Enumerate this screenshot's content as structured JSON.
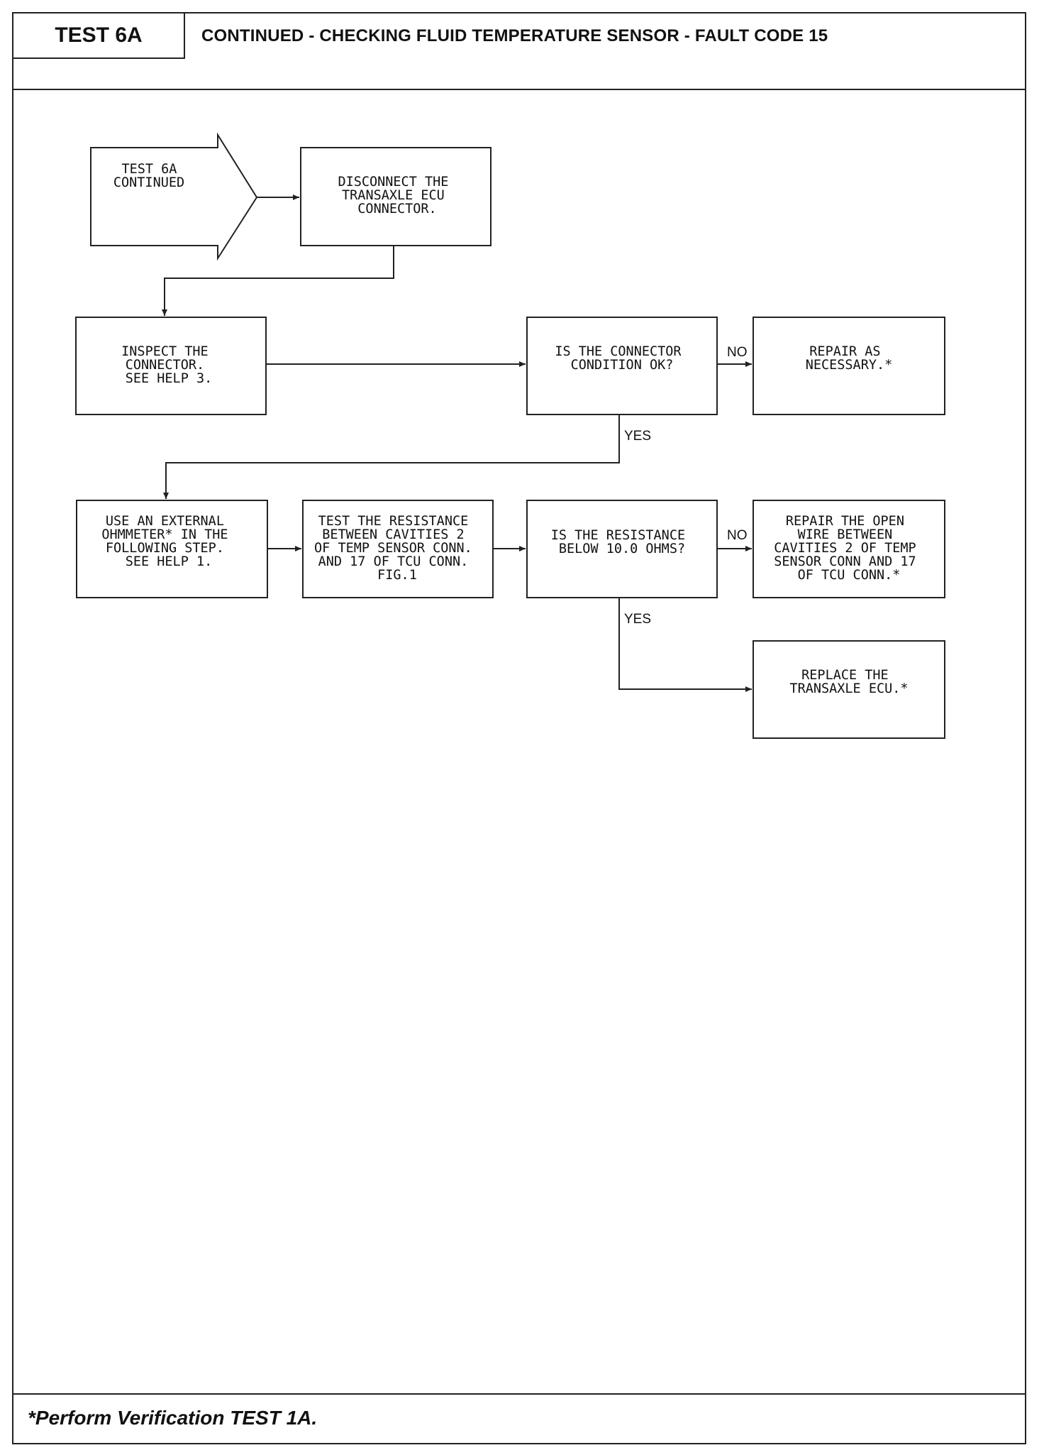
{
  "header": {
    "test_label": "TEST 6A",
    "title": "CONTINUED -  CHECKING FLUID TEMPERATURE SENSOR - FAULT CODE 15"
  },
  "flowchart": {
    "start": {
      "lines": [
        "TEST 6A",
        "CONTINUED"
      ]
    },
    "disconnect": {
      "lines": [
        "DISCONNECT THE",
        "TRANSAXLE ECU",
        "CONNECTOR."
      ]
    },
    "inspect": {
      "lines": [
        "INSPECT THE",
        "CONNECTOR.",
        "SEE HELP 3."
      ]
    },
    "question_connector": {
      "lines": [
        "IS THE CONNECTOR",
        "CONDITION OK?"
      ]
    },
    "repair_necessary": {
      "lines": [
        "REPAIR AS",
        "NECESSARY.*"
      ]
    },
    "use_ohmmeter": {
      "lines": [
        "USE AN EXTERNAL",
        "OHMMETER* IN THE",
        "FOLLOWING STEP.",
        "SEE HELP 1."
      ]
    },
    "test_resistance": {
      "lines": [
        "TEST THE RESISTANCE",
        "BETWEEN CAVITIES 2",
        "OF TEMP SENSOR CONN.",
        "AND 17 OF TCU CONN.",
        "FIG.1"
      ]
    },
    "question_resistance": {
      "lines": [
        "IS THE RESISTANCE",
        "BELOW 10.0 OHMS?"
      ]
    },
    "repair_open_wire": {
      "lines": [
        "REPAIR THE OPEN",
        "WIRE BETWEEN",
        "CAVITIES 2 OF TEMP",
        "SENSOR CONN AND 17",
        "OF TCU CONN.*"
      ]
    },
    "replace_ecu": {
      "lines": [
        "REPLACE THE",
        "TRANSAXLE ECU.*"
      ]
    },
    "labels": {
      "no_1": "NO",
      "yes_1": "YES",
      "no_2": "NO",
      "yes_2": "YES"
    }
  },
  "footer": {
    "note": "*Perform Verification TEST 1A."
  }
}
